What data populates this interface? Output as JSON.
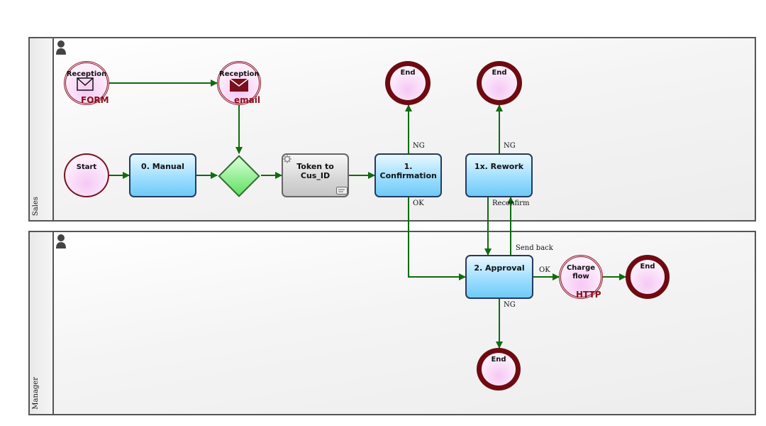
{
  "lanes": [
    {
      "label": "Sales"
    },
    {
      "label": "Manager"
    }
  ],
  "events": {
    "start": "Start",
    "reception_form": "Reception",
    "reception_form_type": "FORM",
    "reception_mail": "Reception mail",
    "reception_mail_type": "email",
    "end_confirm": "End",
    "end_rework": "End",
    "end_approval": "End",
    "end_final": "End",
    "charge_flow": "Charge flow",
    "charge_flow_type": "HTTP"
  },
  "tasks": {
    "manual": "0. Manual",
    "token": "Token to Cus_ID",
    "confirmation": "1. Confirmation",
    "rework": "1x. Rework",
    "approval": "2. Approval"
  },
  "flow_labels": {
    "confirm_ng": "NG",
    "confirm_ok": "OK",
    "rework_ng": "NG",
    "reconfirm": "Reconfirm",
    "send_back": "Send back",
    "approval_ok": "OK",
    "approval_ng": "NG"
  },
  "colors": {
    "flow": "#0f6b0f",
    "end_border": "#6e0a10",
    "task_blue": "#98dcff"
  },
  "icons": [
    "person-icon",
    "envelope-icon",
    "gear-icon",
    "script-icon"
  ]
}
